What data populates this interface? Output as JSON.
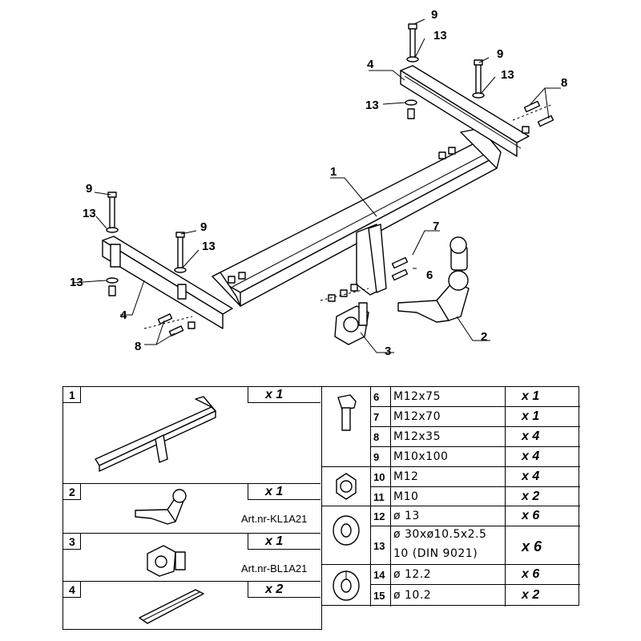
{
  "callouts": {
    "c1": "1",
    "c2": "2",
    "c3": "3",
    "c4a": "4",
    "c4b": "4",
    "c6": "6",
    "c7": "7",
    "c8a": "8",
    "c8b": "8",
    "c9a": "9",
    "c9b": "9",
    "c9c": "9",
    "c9d": "9",
    "c13a": "13",
    "c13b": "13",
    "c13c": "13",
    "c13d": "13",
    "c13e": "13",
    "c13f": "13"
  },
  "parts_left": [
    {
      "num": "1",
      "qty": "x 1",
      "art": ""
    },
    {
      "num": "2",
      "qty": "x 1",
      "art": "Art.nr-KL1A21"
    },
    {
      "num": "3",
      "qty": "x 1",
      "art": "Art.nr-BL1A21"
    },
    {
      "num": "4",
      "qty": "x 2",
      "art": ""
    }
  ],
  "parts_right": [
    {
      "num": "6",
      "spec": "M12x75",
      "qty": "x 1"
    },
    {
      "num": "7",
      "spec": "M12x70",
      "qty": "x 1"
    },
    {
      "num": "8",
      "spec": "M12x35",
      "qty": "x 4"
    },
    {
      "num": "9",
      "spec": "M10x100",
      "qty": "x 4"
    },
    {
      "num": "10",
      "spec": "M12",
      "qty": "x 4"
    },
    {
      "num": "11",
      "spec": "M10",
      "qty": "x 2"
    },
    {
      "num": "12",
      "spec": "ø 13",
      "qty": "x 6"
    },
    {
      "num": "13",
      "spec": "ø 30xø10.5x2.5",
      "spec2": "10  (DIN 9021)",
      "qty": "x 6"
    },
    {
      "num": "14",
      "spec": "ø 12.2",
      "qty": "x 6"
    },
    {
      "num": "15",
      "spec": "ø 10.2",
      "qty": "x 2"
    }
  ]
}
